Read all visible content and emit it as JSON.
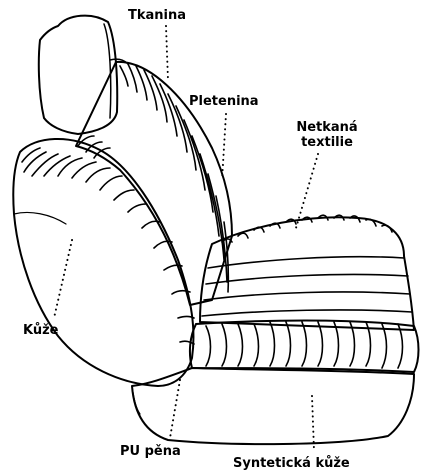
{
  "labels": {
    "tkanina": "Tkanina",
    "pletenina": "Pletenina",
    "netkana": "Netkaná textilie",
    "kuze": "Kůže",
    "pu_pena": "PU pěna",
    "synteticka_kuze": "Syntetická kůže"
  },
  "colors": {
    "ink": "#000000",
    "background": "#ffffff"
  }
}
